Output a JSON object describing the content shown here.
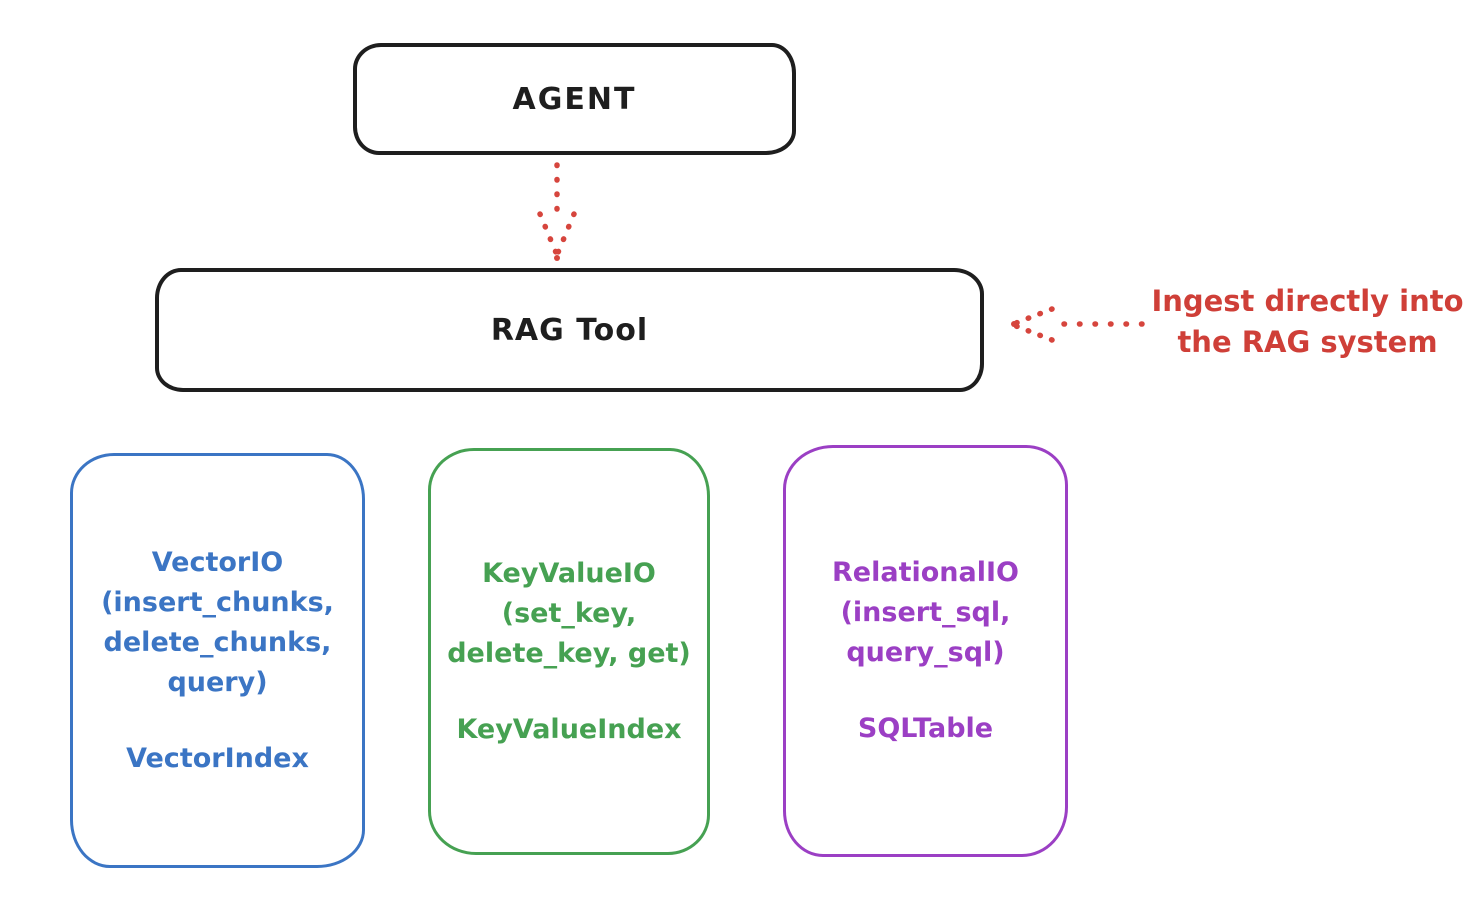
{
  "diagram": {
    "agent": {
      "label": "AGENT"
    },
    "rag_tool": {
      "label": "RAG Tool"
    },
    "annotation": {
      "line1": "Ingest directly into",
      "line2": "the RAG system"
    },
    "stores": [
      {
        "name": "vector-io",
        "lines": [
          "VectorIO",
          "(insert_chunks,",
          "delete_chunks,",
          "query)"
        ],
        "index_label": "VectorIndex",
        "color": "#3b75c4"
      },
      {
        "name": "keyvalue-io",
        "lines": [
          "KeyValueIO",
          "(set_key,",
          "delete_key, get)"
        ],
        "index_label": "KeyValueIndex",
        "color": "#46a152"
      },
      {
        "name": "relational-io",
        "lines": [
          "RelationalIO",
          "(insert_sql,",
          "query_sql)"
        ],
        "index_label": "SQLTable",
        "color": "#9b3fc4"
      }
    ],
    "palette": {
      "ink": "#1e1e1e",
      "red": "#cf3f38",
      "blue": "#3b75c4",
      "green": "#46a152",
      "purple": "#9b3fc4",
      "background": "#ffffff"
    }
  }
}
